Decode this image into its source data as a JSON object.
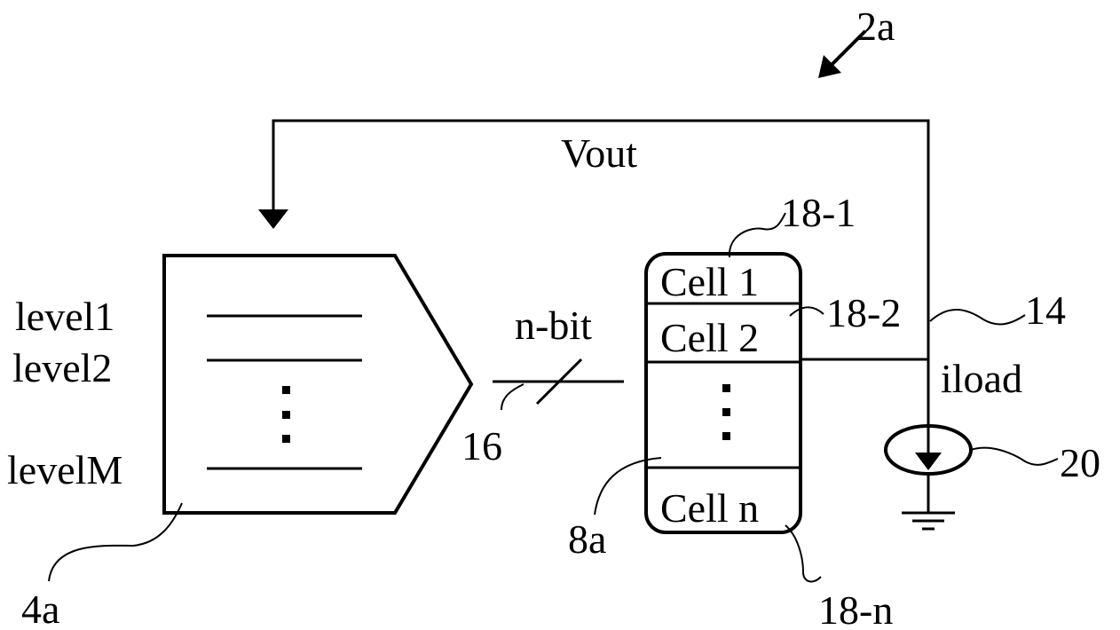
{
  "figure_ref": "2a",
  "feedback_signal": "Vout",
  "controller": {
    "ref": "4a",
    "levels": [
      "level1",
      "level2",
      "levelM"
    ]
  },
  "bus": {
    "width_label": "n-bit",
    "ref": "16"
  },
  "cell_array": {
    "ref": "8a",
    "cells": [
      {
        "label": "Cell 1",
        "ref": "18-1"
      },
      {
        "label": "Cell 2",
        "ref": "18-2"
      },
      {
        "label": "Cell n",
        "ref": "18-n"
      }
    ]
  },
  "output_node_ref": "14",
  "load": {
    "current_label": "iload",
    "ref": "20"
  },
  "colors": {
    "stroke": "#000000",
    "background": "#ffffff"
  }
}
